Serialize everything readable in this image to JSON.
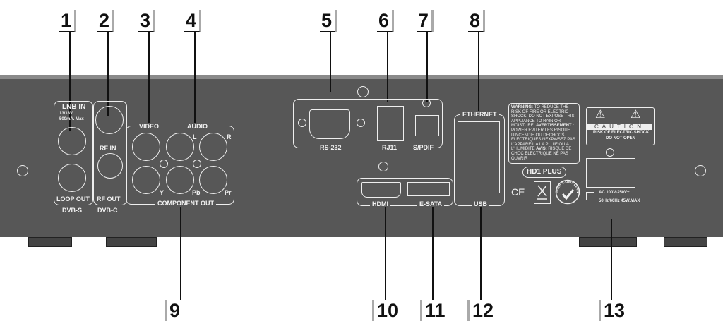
{
  "callouts": {
    "top": [
      "1",
      "2",
      "3",
      "4",
      "5",
      "6",
      "7",
      "8"
    ],
    "bottom": [
      "9",
      "10",
      "11",
      "12",
      "13"
    ]
  },
  "labels": {
    "lnb_in": "LNB IN",
    "lnb_spec1": "13/18V",
    "lnb_spec2": "500mA. Max",
    "loop_out": "LOOP OUT",
    "dvb_s": "DVB-S",
    "rf_in": "RF IN",
    "rf_out": "RF OUT",
    "dvb_c": "DVB-C",
    "video": "VIDEO",
    "audio": "AUDIO",
    "l": "L",
    "r": "R",
    "y": "Y",
    "pb": "Pb",
    "pr": "Pr",
    "component_out": "COMPONENT OUT",
    "rs232": "RS-232",
    "rj11": "RJ11",
    "spdif": "S/PDIF",
    "ethernet": "ETHERNET",
    "usb": "USB",
    "hdmi": "HDMI",
    "esata": "E-SATA",
    "model": "HD1 PLUS",
    "ce": "CE",
    "rohs": "ROHS COMPLIANT",
    "power1": "AC 100V-250V~",
    "power2": "50Hz/60Hz 45W.MAX"
  },
  "warning": {
    "w_head": "WARNING:",
    "w_text": "TO REDUCE THE RISK OF FIRE OR ELECTRIC SHOCK, DO NOT EXPOSE THIS APPLIANCE TO RAIN OR MOISTURE.",
    "a_head": "AVERTISSEMENT :",
    "a_text": "POWER EVITER LES RISQUE DINCENDIE OU DECHOCS ELECTRIQUES NEXPWSEZ PAS L'APPAREIL A LA PLUIE OU A L'HUMIDITE",
    "v_head": "AVIS:",
    "v_text": "RISQUE DE CHOC ELECTRIQUE NE PAS OUVRIR"
  },
  "caution": {
    "title": "CAUTION",
    "line1": "RISK OF ELECTRIC SHOCK",
    "line2": "DO NOT OPEN"
  }
}
